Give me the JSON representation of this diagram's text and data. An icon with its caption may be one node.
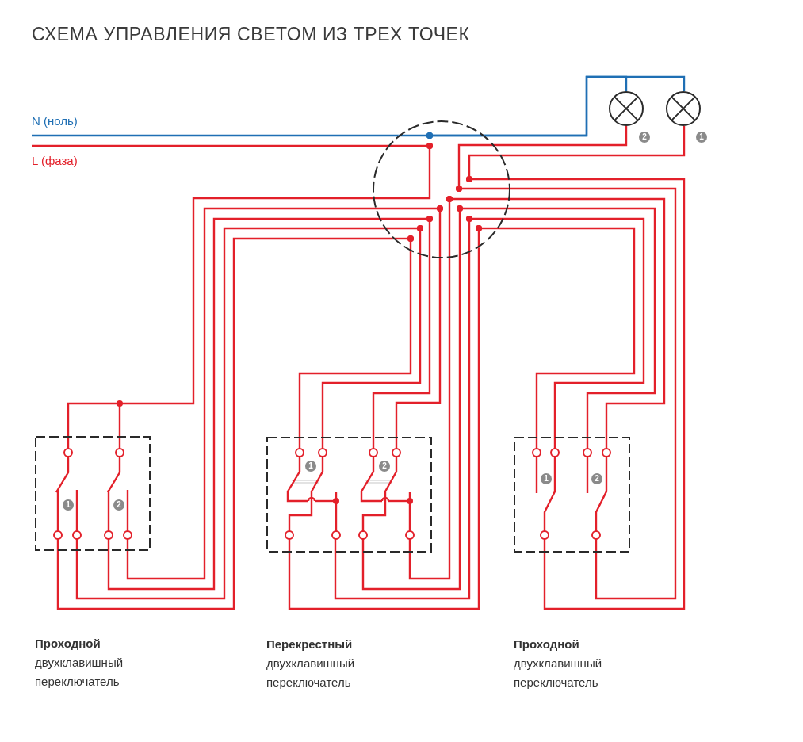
{
  "diagram": {
    "title": "СХЕМА УПРАВЛЕНИЯ СВЕТОМ ИЗ ТРЕХ ТОЧЕК",
    "nodes": [
      {
        "text": [],
        "shape": "circle"
      },
      {
        "text": [],
        "shape": "lamp",
        "beside": [
          "2"
        ]
      },
      {
        "text": [],
        "shape": "lamp",
        "beside": [
          "1"
        ]
      },
      {
        "text": [],
        "shape": "box",
        "beside": [
          "Проходной",
          "двухклавишный переключатель"
        ]
      },
      {
        "text": [],
        "shape": "box",
        "beside": [
          "Перекрестный",
          "двухклавишный переключатель"
        ]
      },
      {
        "text": [],
        "shape": "box",
        "beside": [
          "Проходной",
          "двухклавишный переключатель"
        ]
      }
    ],
    "edges": [
      {
        "from": null,
        "to": 0,
        "arrow": "none"
      },
      {
        "from": null,
        "to": 0,
        "arrow": "none",
        "color": "#1f6fb4"
      },
      {
        "from": 0,
        "to": 1,
        "arrow": "none",
        "color": "#1f6fb4"
      },
      {
        "from": 0,
        "to": 2,
        "arrow": "none",
        "color": "#1f6fb4"
      },
      {
        "from": 0,
        "to": 1,
        "arrow": "none"
      },
      {
        "from": 0,
        "to": 2,
        "arrow": "none"
      },
      {
        "from": 0,
        "to": 3,
        "arrow": "none"
      },
      {
        "from": 0,
        "to": 3,
        "arrow": "none"
      },
      {
        "from": 0,
        "to": 3,
        "arrow": "none"
      },
      {
        "from": 0,
        "to": 3,
        "arrow": "none"
      },
      {
        "from": 0,
        "to": 3,
        "arrow": "none"
      },
      {
        "from": 0,
        "to": 4,
        "arrow": "none"
      },
      {
        "from": 0,
        "to": 4,
        "arrow": "none"
      },
      {
        "from": 0,
        "to": 4,
        "arrow": "none"
      },
      {
        "from": 0,
        "to": 4,
        "arrow": "none"
      },
      {
        "from": 0,
        "to": 4,
        "arrow": "none"
      },
      {
        "from": 0,
        "to": 4,
        "arrow": "none"
      },
      {
        "from": 0,
        "to": 4,
        "arrow": "none"
      },
      {
        "from": 0,
        "to": 4,
        "arrow": "none"
      },
      {
        "from": 0,
        "to": 5,
        "arrow": "none"
      },
      {
        "from": 0,
        "to": 5,
        "arrow": "none"
      },
      {
        "from": 0,
        "to": 5,
        "arrow": "none"
      },
      {
        "from": 0,
        "to": 5,
        "arrow": "none"
      },
      {
        "from": 0,
        "to": 5,
        "arrow": "none"
      },
      {
        "from": 0,
        "to": 5,
        "arrow": "none"
      }
    ],
    "labels": [
      "N (ноль)",
      "L (фаза)",
      "1",
      "2",
      "1",
      "2",
      "1",
      "2"
    ]
  }
}
